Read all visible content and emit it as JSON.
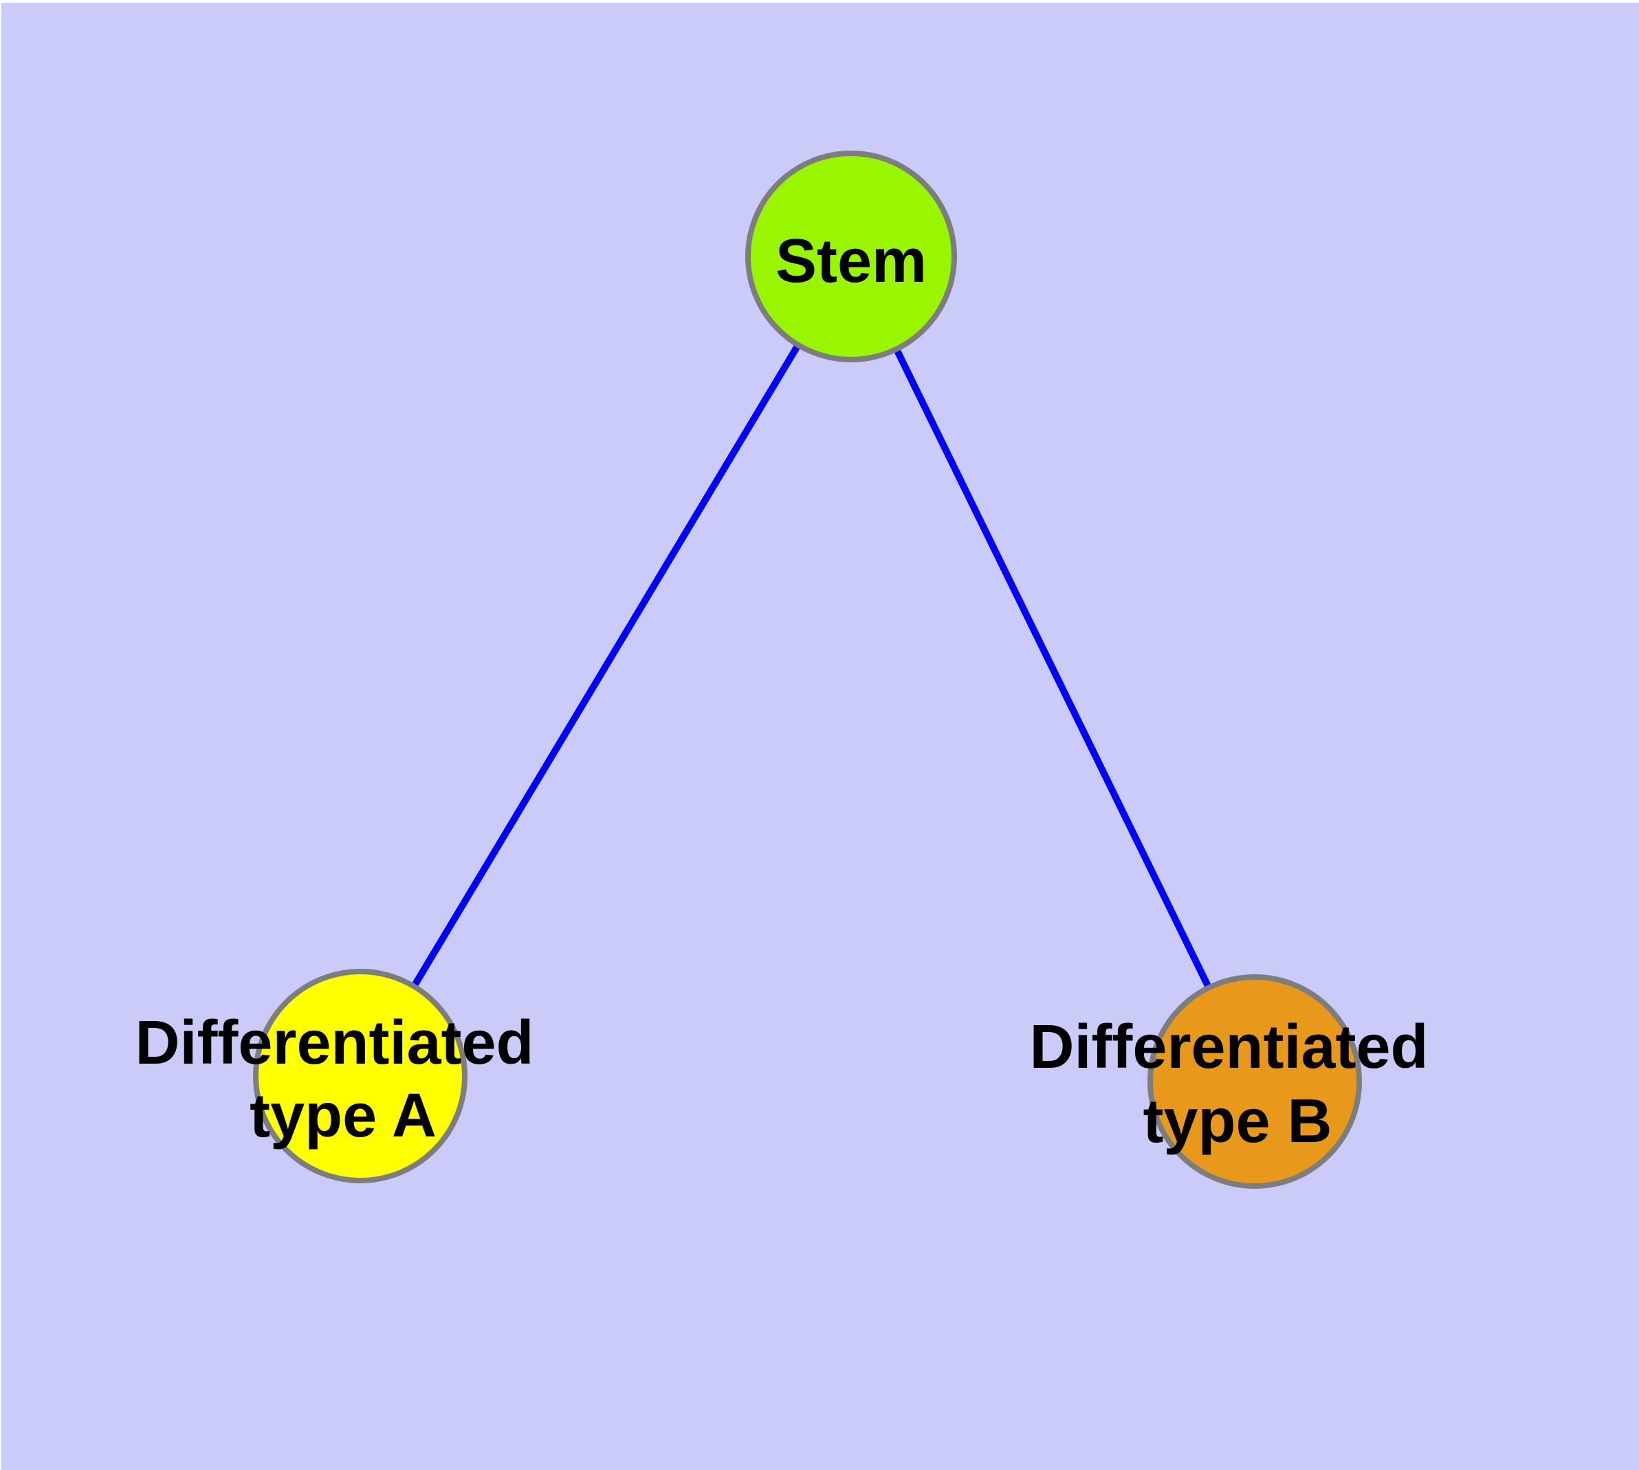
{
  "diagram": {
    "nodes": [
      {
        "id": "stem",
        "label": "Stem",
        "fill": "#99F600"
      },
      {
        "id": "type-a",
        "lines": [
          "Differentiated",
          "type A"
        ],
        "fill": "#FFFF00"
      },
      {
        "id": "type-b",
        "lines": [
          "Differentiated",
          "type B"
        ],
        "fill": "#E8991C"
      }
    ],
    "edges": [
      {
        "from": "Stem",
        "to": "Differentiated type A"
      },
      {
        "from": "Stem",
        "to": "Differentiated type B"
      }
    ]
  },
  "colors": {
    "background": "#CBCBFA",
    "margin": "#FFFFFF",
    "edge": "#0000FF",
    "node_border": "#7D7D7D",
    "label_text": "#000000"
  }
}
